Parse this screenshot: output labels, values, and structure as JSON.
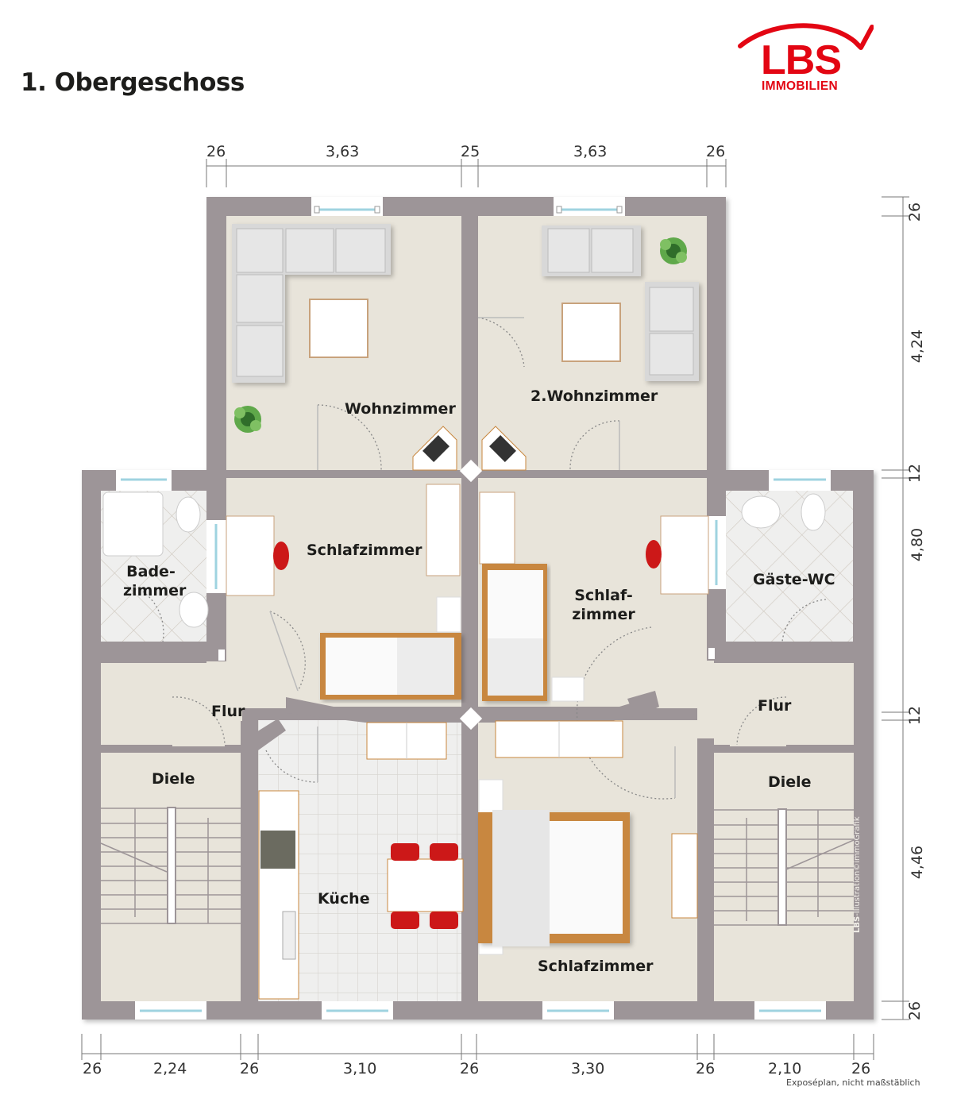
{
  "header": {
    "title": "1. Obergeschoss",
    "logo": {
      "brand": "LBS",
      "subtitle": "IMMOBILIEN",
      "color": "#e30613"
    }
  },
  "colors": {
    "wall": "#9d9598",
    "floor": "#e8e4da",
    "tile": "#eeeeed",
    "furniture": "#ffffff",
    "wood": "#c8873f",
    "chair": "#cc1818",
    "dimension_line": "#777777"
  },
  "dimensions": {
    "top": [
      "26",
      "3,63",
      "25",
      "3,63",
      "26"
    ],
    "right": [
      "26",
      "4,24",
      "12",
      "4,80",
      "12",
      "4,46",
      "26"
    ],
    "bottom": [
      "26",
      "2,24",
      "26",
      "3,10",
      "26",
      "3,30",
      "26",
      "2,10",
      "26"
    ]
  },
  "rooms": [
    {
      "id": "wohnzimmer",
      "label": "Wohnzimmer"
    },
    {
      "id": "wohnzimmer-2",
      "label": "2.Wohnzimmer"
    },
    {
      "id": "schlafzimmer-left",
      "label": "Schlafzimmer"
    },
    {
      "id": "schlafzimmer-center",
      "label_line1": "Schlaf-",
      "label_line2": "zimmer"
    },
    {
      "id": "badezimmer",
      "label_line1": "Bade-",
      "label_line2": "zimmer"
    },
    {
      "id": "gaeste-wc",
      "label": "Gäste-WC"
    },
    {
      "id": "flur-left",
      "label": "Flur"
    },
    {
      "id": "flur-right",
      "label": "Flur"
    },
    {
      "id": "diele-left",
      "label": "Diele"
    },
    {
      "id": "diele-right",
      "label": "Diele"
    },
    {
      "id": "kueche",
      "label": "Küche"
    },
    {
      "id": "schlafzimmer-bottom",
      "label": "Schlafzimmer"
    }
  ],
  "footer": {
    "note": "Exposéplan, nicht maßstäblich",
    "credit_brand": "LBS",
    "credit_text": "-Illustration©immoGrafik"
  }
}
